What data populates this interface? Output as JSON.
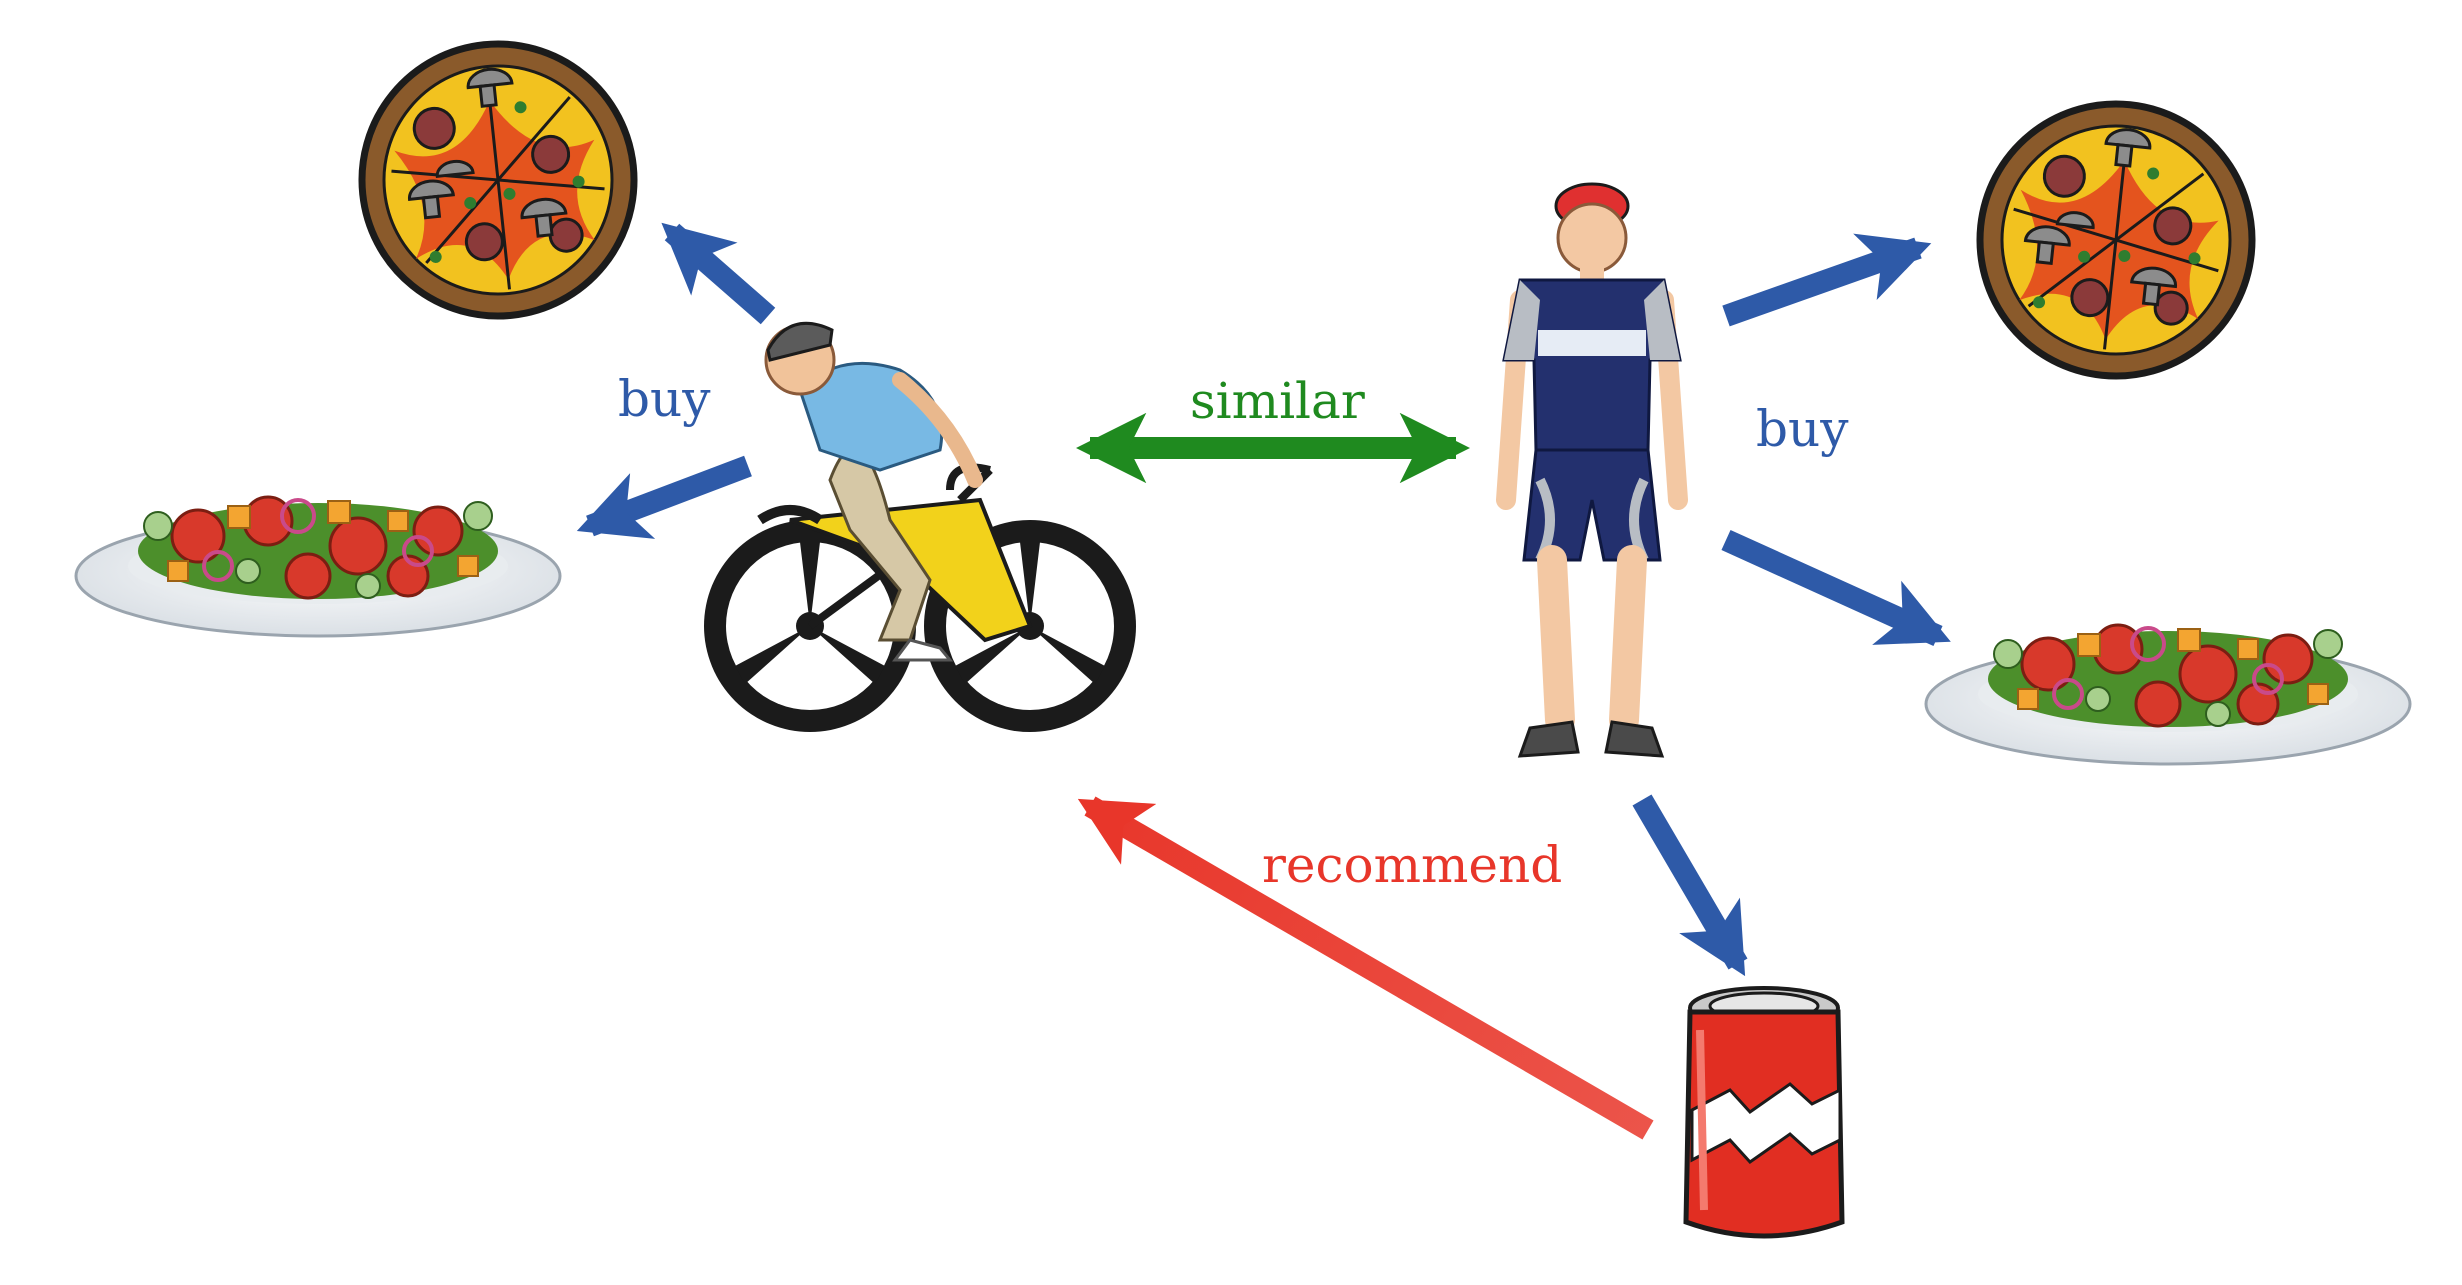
{
  "labels": {
    "buy_left": "buy",
    "buy_right": "buy",
    "similar": "similar",
    "recommend": "recommend"
  },
  "colors": {
    "buy": "#2e5aa8",
    "similar": "#1f8a1f",
    "recommend": "#e8362a"
  }
}
